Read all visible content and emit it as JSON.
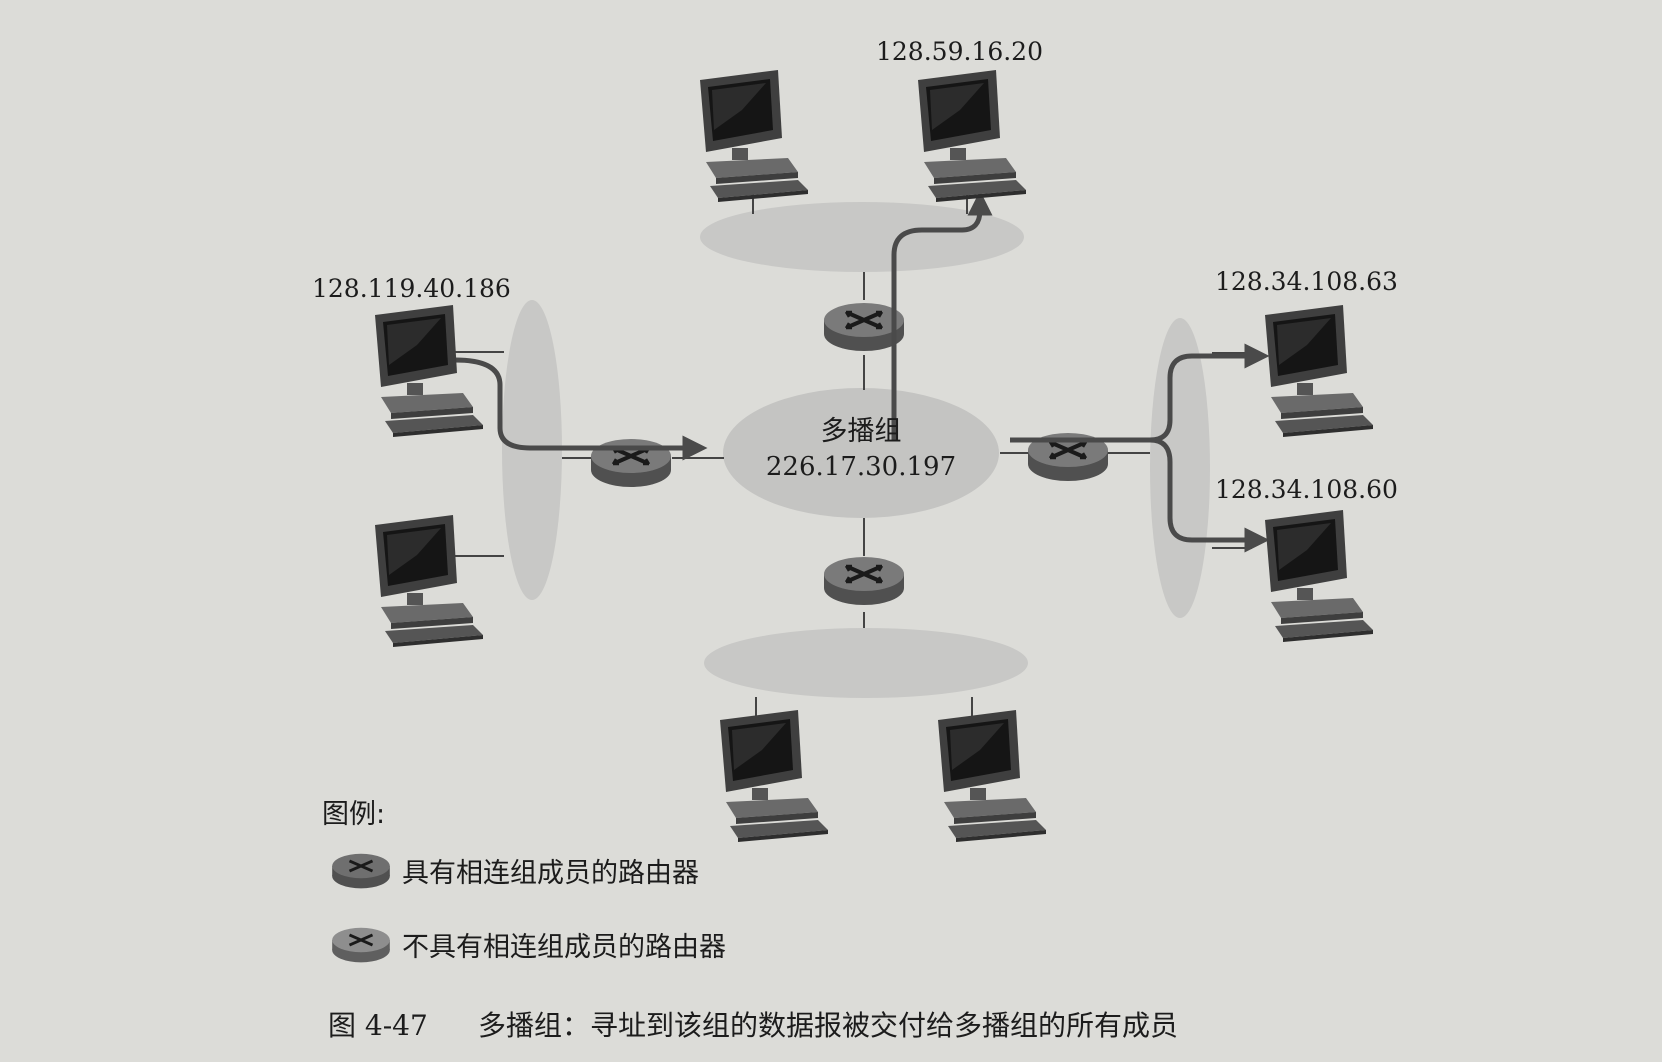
{
  "multicast_group": {
    "name": "多播组",
    "address": "226.17.30.197"
  },
  "hosts": {
    "top_right": "128.59.16.20",
    "left_top": "128.119.40.186",
    "right_top": "128.34.108.63",
    "right_bottom": "128.34.108.60"
  },
  "legend": {
    "title": "图例:",
    "member_router": "具有相连组成员的路由器",
    "nonmember_router": "不具有相连组成员的路由器"
  },
  "caption": {
    "number": "图 4-47",
    "text": "多播组：寻址到该组的数据报被交付给多播组的所有成员"
  },
  "colors": {
    "member_router": "#6f6f6f",
    "nonmember_router": "#8e8e8e",
    "lan_fill": "#c4c4c2",
    "arrow": "#4a4a4a"
  }
}
